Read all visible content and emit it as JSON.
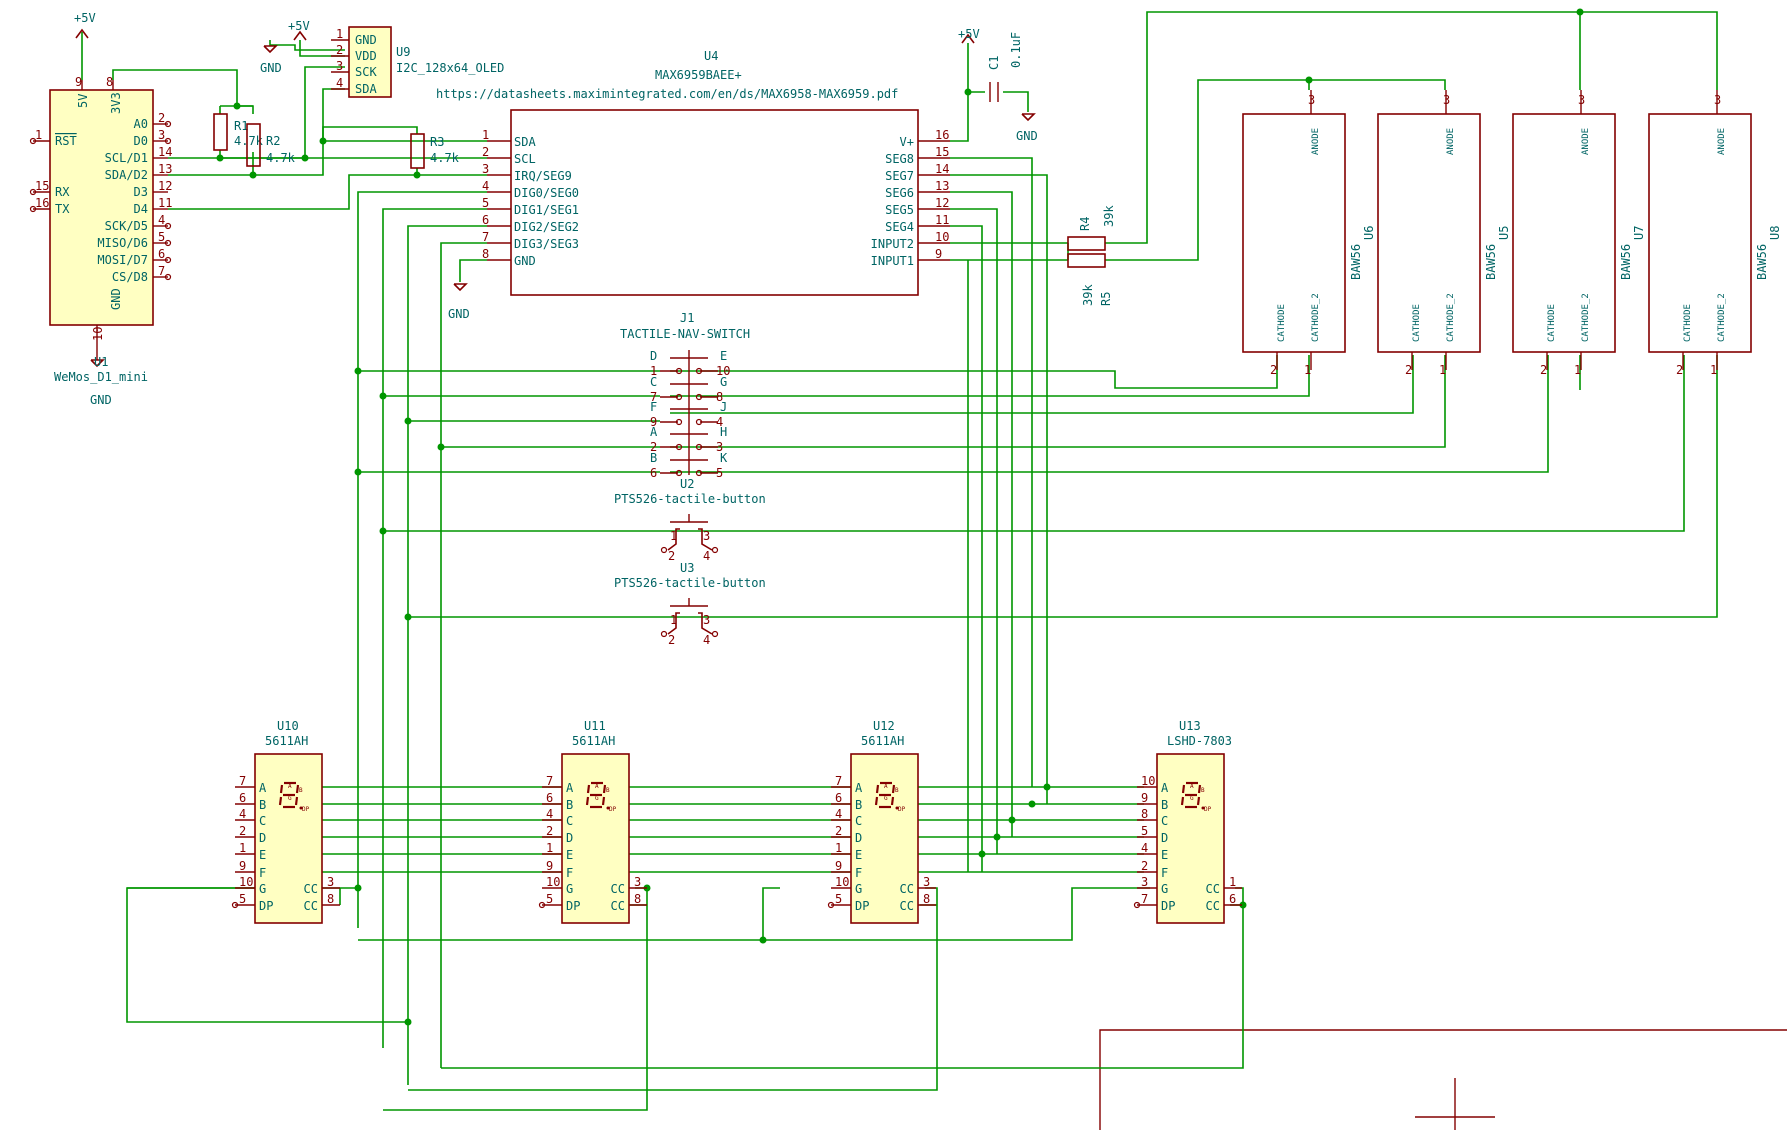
{
  "power": {
    "p5v": "+5V",
    "gnd": "GND"
  },
  "u1": {
    "ref": "U1",
    "value": "WeMos_D1_mini",
    "top_pins": [
      {
        "num": "9",
        "name": "5V"
      },
      {
        "num": "8",
        "name": "3V3"
      }
    ],
    "left_pins": [
      {
        "num": "1",
        "name": "RST"
      },
      {
        "num": "15",
        "name": "RX"
      },
      {
        "num": "16",
        "name": "TX"
      }
    ],
    "right_pins": [
      {
        "num": "2",
        "name": "A0"
      },
      {
        "num": "3",
        "name": "D0"
      },
      {
        "num": "14",
        "name": "SCL/D1"
      },
      {
        "num": "13",
        "name": "SDA/D2"
      },
      {
        "num": "12",
        "name": "D3"
      },
      {
        "num": "11",
        "name": "D4"
      },
      {
        "num": "4",
        "name": "SCK/D5"
      },
      {
        "num": "5",
        "name": "MISO/D6"
      },
      {
        "num": "6",
        "name": "MOSI/D7"
      },
      {
        "num": "7",
        "name": "CS/D8"
      }
    ],
    "bottom_pin": {
      "num": "10",
      "name": "GND"
    }
  },
  "u9": {
    "ref": "U9",
    "value": "I2C_128x64_OLED",
    "pins": [
      {
        "num": "1",
        "name": "GND"
      },
      {
        "num": "2",
        "name": "VDD"
      },
      {
        "num": "3",
        "name": "SCK"
      },
      {
        "num": "4",
        "name": "SDA"
      }
    ]
  },
  "resistors": [
    {
      "ref": "R1",
      "value": "4.7k"
    },
    {
      "ref": "R2",
      "value": "4.7k"
    },
    {
      "ref": "R3",
      "value": "4.7k"
    },
    {
      "ref": "R4",
      "value": "39k"
    },
    {
      "ref": "R5",
      "value": "39k"
    }
  ],
  "c1": {
    "ref": "C1",
    "value": "0.1uF"
  },
  "u4": {
    "ref": "U4",
    "value": "MAX6959BAEE+",
    "datasheet": "https://datasheets.maximintegrated.com/en/ds/MAX6958-MAX6959.pdf",
    "left_pins": [
      {
        "num": "1",
        "name": "SDA"
      },
      {
        "num": "2",
        "name": "SCL"
      },
      {
        "num": "3",
        "name": "IRQ/SEG9"
      },
      {
        "num": "4",
        "name": "DIG0/SEG0"
      },
      {
        "num": "5",
        "name": "DIG1/SEG1"
      },
      {
        "num": "6",
        "name": "DIG2/SEG2"
      },
      {
        "num": "7",
        "name": "DIG3/SEG3"
      },
      {
        "num": "8",
        "name": "GND"
      }
    ],
    "right_pins": [
      {
        "num": "16",
        "name": "V+"
      },
      {
        "num": "15",
        "name": "SEG8"
      },
      {
        "num": "14",
        "name": "SEG7"
      },
      {
        "num": "13",
        "name": "SEG6"
      },
      {
        "num": "12",
        "name": "SEG5"
      },
      {
        "num": "11",
        "name": "SEG4"
      },
      {
        "num": "10",
        "name": "INPUT2"
      },
      {
        "num": "9",
        "name": "INPUT1"
      }
    ]
  },
  "diodes": [
    {
      "ref": "U6",
      "value": "BAW56"
    },
    {
      "ref": "U5",
      "value": "BAW56"
    },
    {
      "ref": "U7",
      "value": "BAW56"
    },
    {
      "ref": "U8",
      "value": "BAW56"
    }
  ],
  "diode_pins": {
    "anode": "ANODE",
    "cathode": "CATHODE",
    "cathode2": "CATHODE_2",
    "a_num": "3",
    "c_num": "2",
    "c2_num": "1"
  },
  "j1": {
    "ref": "J1",
    "value": "TACTILE-NAV-SWITCH",
    "left": [
      {
        "letter": "D",
        "num": "1"
      },
      {
        "letter": "C",
        "num": "7"
      },
      {
        "letter": "F",
        "num": "9"
      },
      {
        "letter": "A",
        "num": "2"
      },
      {
        "letter": "B",
        "num": "6"
      }
    ],
    "right": [
      {
        "letter": "E",
        "num": "10"
      },
      {
        "letter": "G",
        "num": "8"
      },
      {
        "letter": "J",
        "num": "4"
      },
      {
        "letter": "H",
        "num": "3"
      },
      {
        "letter": "K",
        "num": "5"
      }
    ]
  },
  "buttons": [
    {
      "ref": "U2",
      "value": "PTS526-tactile-button"
    },
    {
      "ref": "U3",
      "value": "PTS526-tactile-button"
    }
  ],
  "button_pins": [
    "1",
    "2",
    "3",
    "4"
  ],
  "displays": [
    {
      "ref": "U10",
      "value": "5611AH"
    },
    {
      "ref": "U11",
      "value": "5611AH"
    },
    {
      "ref": "U12",
      "value": "5611AH"
    },
    {
      "ref": "U13",
      "value": "LSHD-7803"
    }
  ],
  "display_pins": {
    "nums": [
      "7",
      "6",
      "4",
      "2",
      "1",
      "9",
      "10",
      "5"
    ],
    "names": [
      "A",
      "B",
      "C",
      "D",
      "E",
      "F",
      "G",
      "DP"
    ],
    "cc": "CC",
    "cc_nums": [
      "3",
      "8"
    ]
  },
  "u13_pins": {
    "nums": [
      "10",
      "9",
      "8",
      "5",
      "4",
      "2",
      "3",
      "7"
    ],
    "cc_nums": [
      "1",
      "6"
    ]
  },
  "seg_letters": [
    "A",
    "B",
    "C",
    "D",
    "E",
    "F",
    "G",
    "DP"
  ],
  "colors": {
    "wire": "#009600",
    "part": "#840000",
    "fill": "#ffffc2",
    "text": "#006464"
  }
}
